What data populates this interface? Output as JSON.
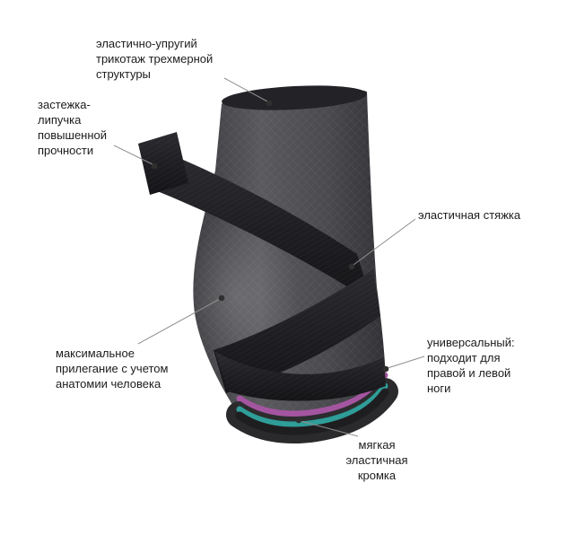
{
  "diagram": {
    "callouts": {
      "knit": {
        "label": "эластично-упругий\nтрикотаж трехмерной\nструктуры"
      },
      "velcro": {
        "label": "застежка-\nлипучка\nповышенной\nпрочности"
      },
      "tie": {
        "label": "эластичная стяжка"
      },
      "fit": {
        "label": "максимальное\nприлегание с учетом\nанатомии человека"
      },
      "universal": {
        "label": "универсальный:\nподходит для\nправой и левой\nноги"
      },
      "edge": {
        "label": "мягкая\nэластичная\nкромка"
      }
    },
    "colors": {
      "magenta_stripe": "#a455a0",
      "teal_stripe": "#2f9d98",
      "body": "#46464a",
      "strap": "#222226",
      "leader_line": "#8f8f8f",
      "text": "#1c1c1c",
      "background": "#ffffff"
    }
  }
}
